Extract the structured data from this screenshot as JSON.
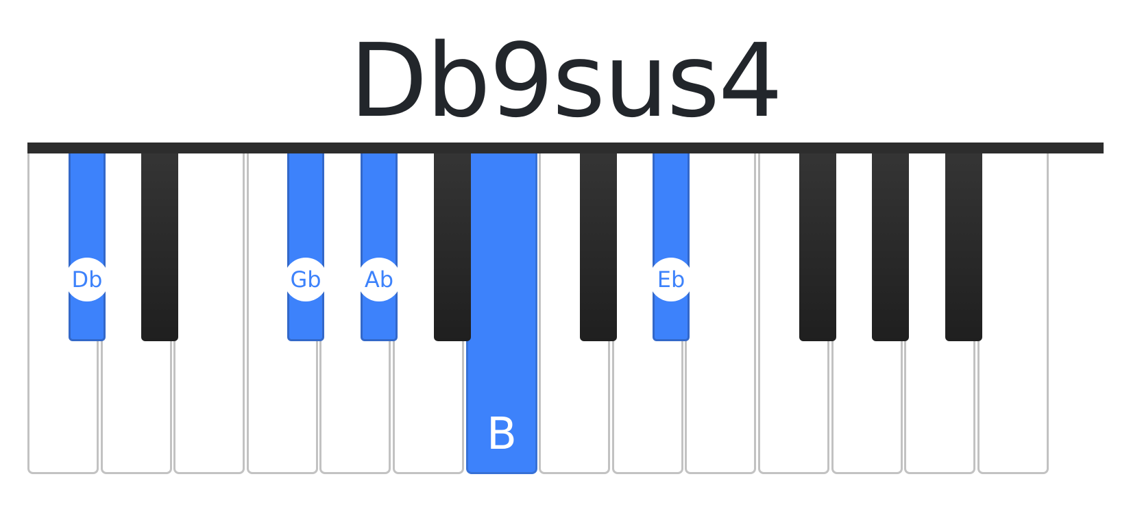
{
  "chord": {
    "name": "Db9sus4"
  },
  "colors": {
    "highlight": "#3d82fb",
    "black_key": "#2d2d2d",
    "white_key": "#ffffff",
    "key_border": "#c2c2c2",
    "title": "#22262b"
  },
  "keyboard": {
    "white_key_count": 14,
    "black_keys": [
      {
        "after_white": 1,
        "active": true,
        "label": "Db"
      },
      {
        "after_white": 2,
        "active": false,
        "label": ""
      },
      {
        "after_white": 4,
        "active": true,
        "label": "Gb"
      },
      {
        "after_white": 5,
        "active": true,
        "label": "Ab"
      },
      {
        "after_white": 6,
        "active": false,
        "label": ""
      },
      {
        "after_white": 8,
        "active": false,
        "label": ""
      },
      {
        "after_white": 9,
        "active": true,
        "label": "Eb"
      },
      {
        "after_white": 11,
        "active": false,
        "label": ""
      },
      {
        "after_white": 12,
        "active": false,
        "label": ""
      },
      {
        "after_white": 13,
        "active": false,
        "label": ""
      }
    ],
    "active_white_keys": [
      {
        "index": 6,
        "label": "B"
      }
    ]
  }
}
